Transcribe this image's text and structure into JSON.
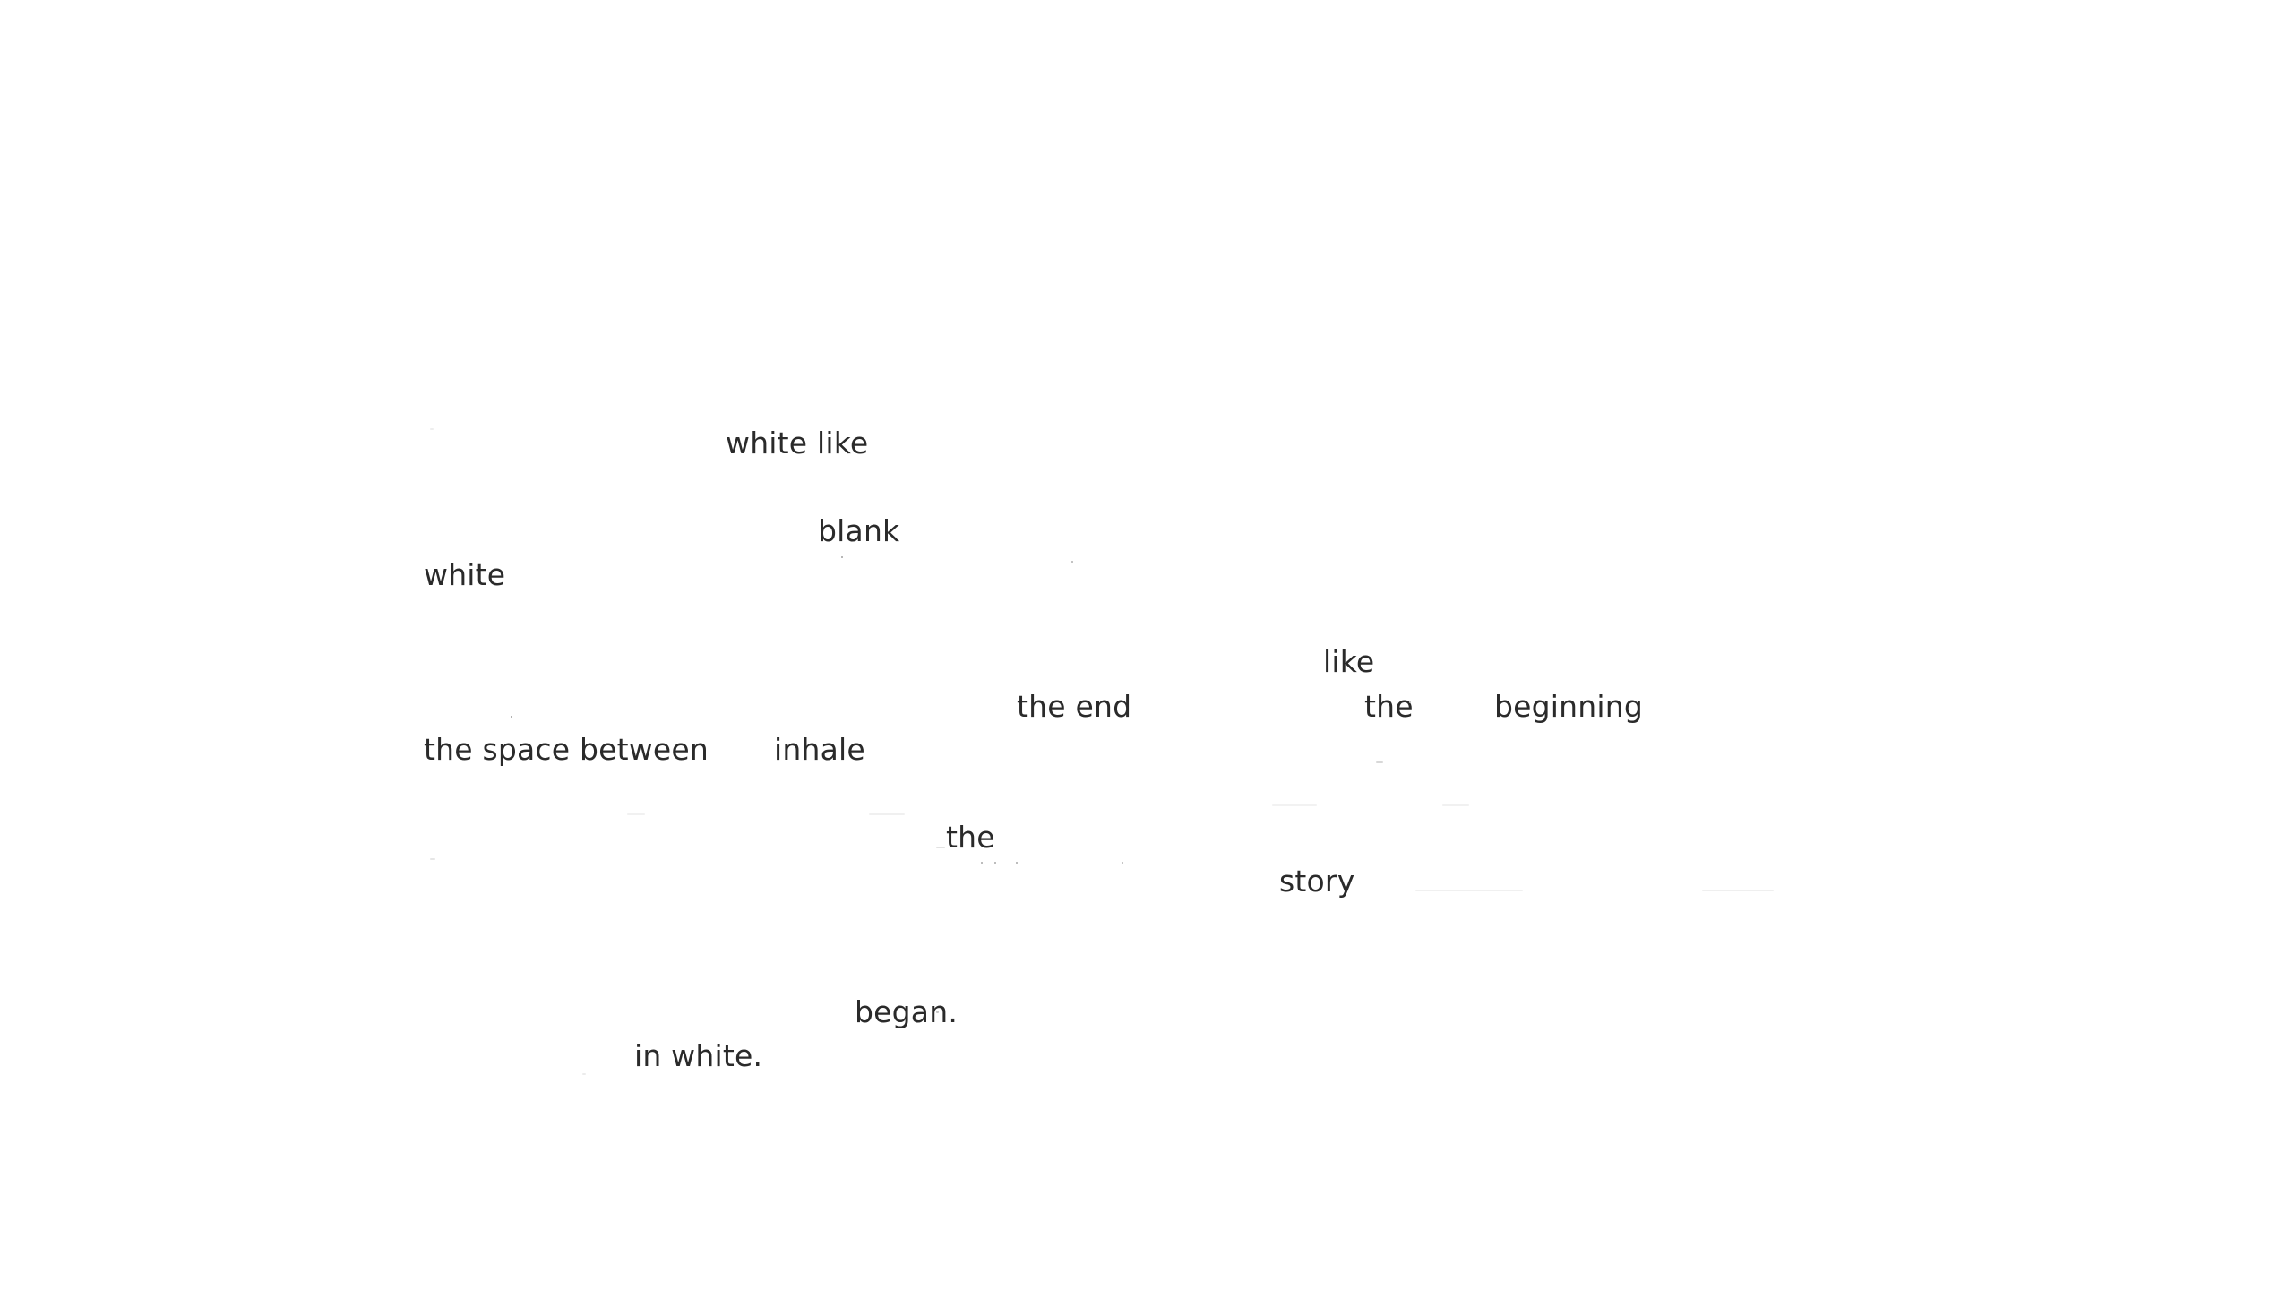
{
  "poem": {
    "lines": [
      "white like",
      "blank",
      "white",
      "like",
      "the end",
      "the",
      "beginning",
      "the space between",
      "inhale",
      "the",
      "story",
      "began.",
      "in white."
    ]
  },
  "colors": {
    "background": "#ffffff",
    "text": "#2a2a2a"
  }
}
